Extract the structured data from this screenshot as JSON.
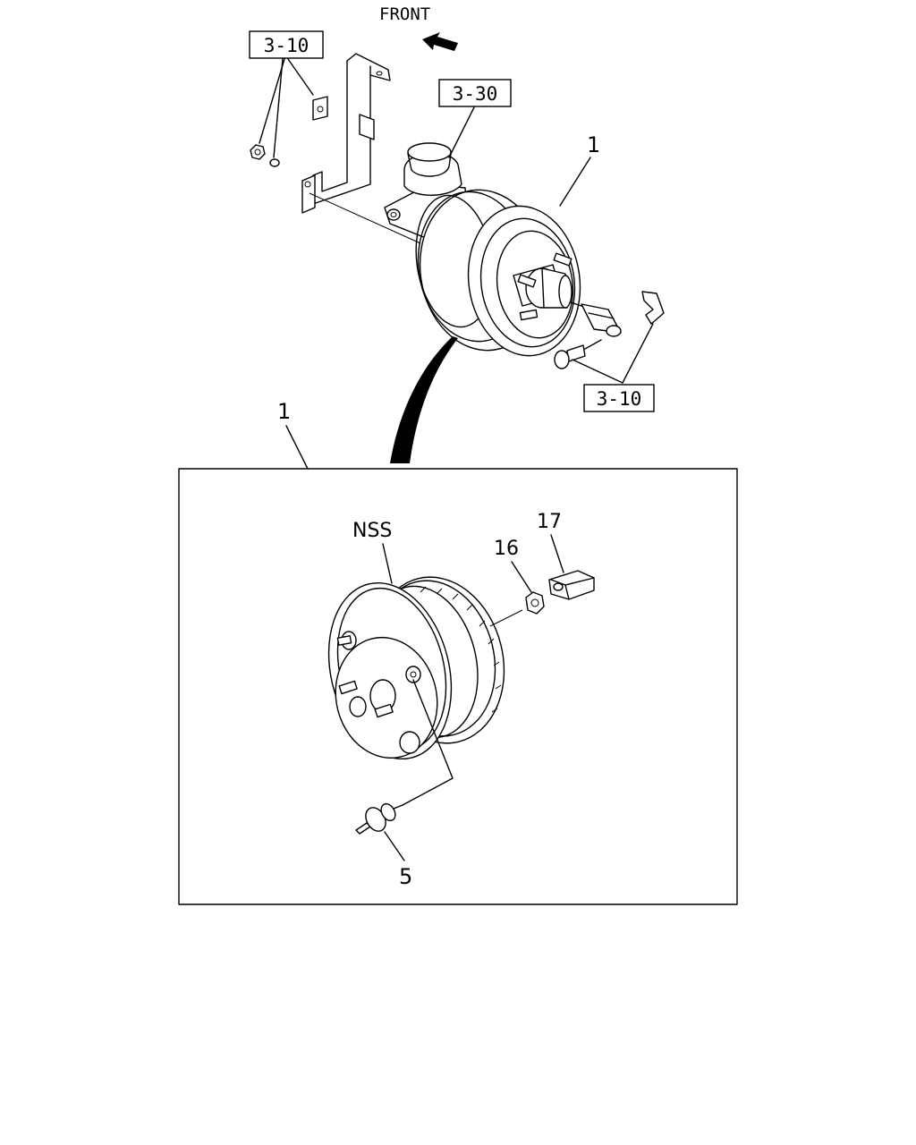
{
  "direction": {
    "front_label": "FRONT"
  },
  "refs": {
    "bracket_fasteners": "3-10",
    "master_cylinder": "3-30",
    "clevis_fasteners": "3-10"
  },
  "callouts": {
    "booster_assembly": "1",
    "booster_detail": "1",
    "nss": "NSS",
    "nut": "16",
    "clevis": "17",
    "check_valve": "5"
  }
}
